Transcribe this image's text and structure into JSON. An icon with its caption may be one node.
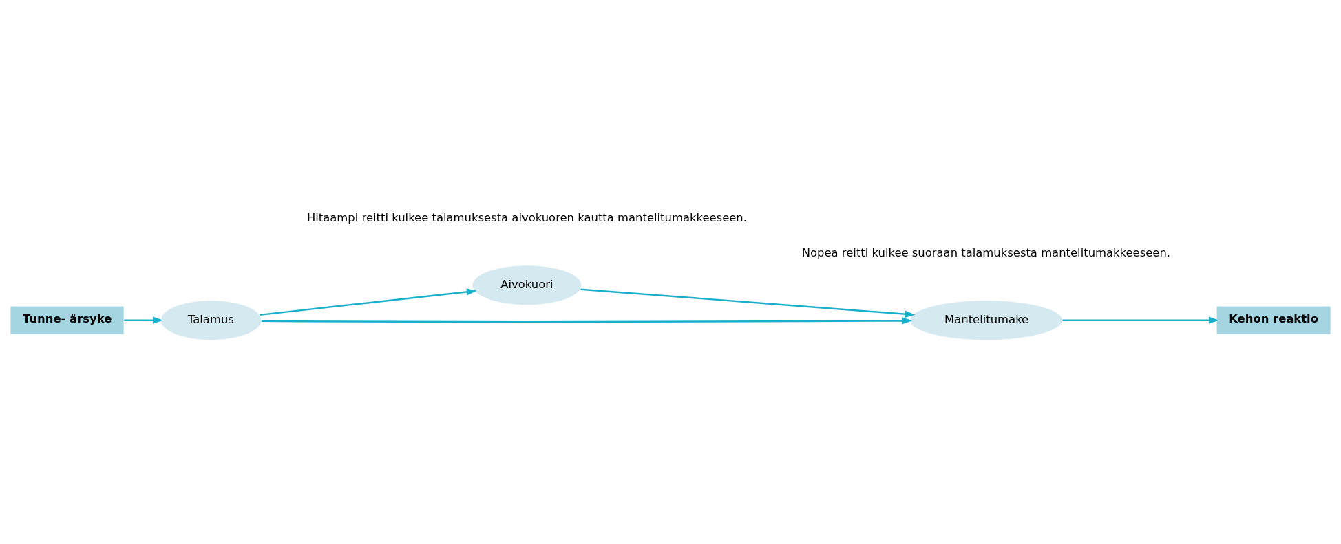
{
  "diagram": {
    "nodes": [
      {
        "text": [
          "Tunne- ärsyke"
        ]
      },
      {
        "text": [
          "Talamus"
        ]
      },
      {
        "text": [
          "Aivokuori"
        ]
      },
      {
        "text": [
          "Mantelitumake"
        ]
      },
      {
        "text": [
          "Kehon reaktio"
        ]
      }
    ],
    "edges": [
      {
        "from": 0,
        "to": 1,
        "arrow": "to"
      },
      {
        "from": 1,
        "to": 2,
        "arrow": "to"
      },
      {
        "from": 2,
        "to": 3,
        "arrow": "to"
      },
      {
        "from": 1,
        "to": 3,
        "arrow": "to"
      },
      {
        "from": 3,
        "to": 4,
        "arrow": "to"
      }
    ],
    "labels": [
      "Hitaampi reitti kulkee talamuksesta aivokuoren kautta mantelitumakkeeseen.",
      "Nopea reitti kulkee suoraan talamuksesta mantelitumakkeeseen."
    ]
  }
}
